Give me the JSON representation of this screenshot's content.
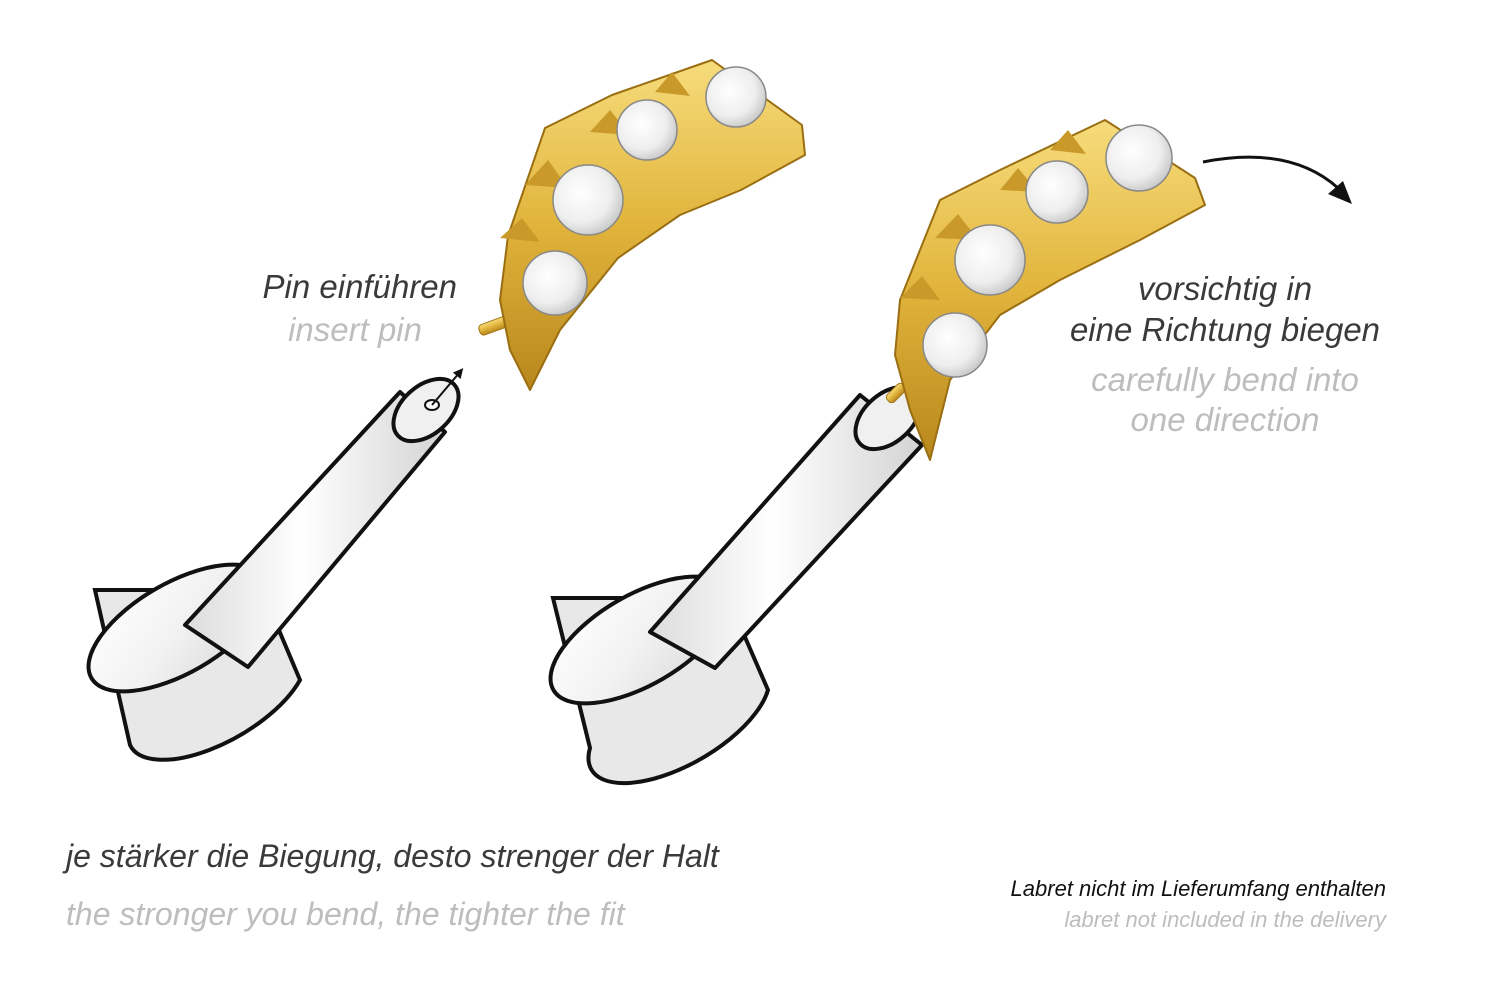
{
  "step1": {
    "label_de": "Pin einführen",
    "label_en": "insert pin"
  },
  "step2": {
    "label_de_line1": "vorsichtig in",
    "label_de_line2": "eine Richtung biegen",
    "label_en_line1": "carefully bend into",
    "label_en_line2": "one direction"
  },
  "footer": {
    "note_de": "je stärker die Biegung, desto strenger der Halt",
    "note_en": "the stronger you bend, the tighter the fit",
    "disclaimer_de": "Labret nicht im Lieferumfang enthalten",
    "disclaimer_en": "labret not included in the delivery"
  },
  "colors": {
    "gold": "#e1b43c",
    "gold_dark": "#b8871c",
    "gold_light": "#f7dc7c",
    "label_dark": "#3a3a3a",
    "label_light": "#bdbdbd",
    "outline": "#111111",
    "gem": "#eeeeee"
  },
  "icons": [
    "insert-arrow-icon",
    "bend-arrow-icon"
  ]
}
